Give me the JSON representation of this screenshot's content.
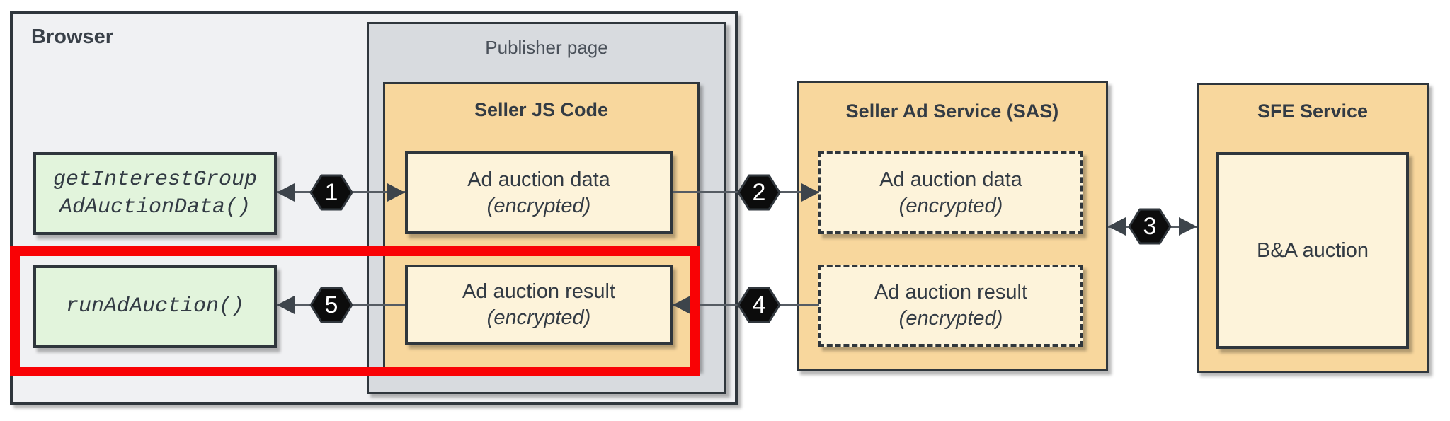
{
  "diagram": {
    "browser": {
      "label": "Browser"
    },
    "publisher_page": {
      "label": "Publisher page"
    },
    "seller_js": {
      "title": "Seller JS Code"
    },
    "sas": {
      "title": "Seller Ad Service (SAS)"
    },
    "sfe": {
      "title": "SFE Service"
    }
  },
  "nodes": {
    "get_interest_group": {
      "line1": "getInterestGroup",
      "line2": "AdAuctionData()"
    },
    "run_ad_auction": {
      "label": "runAdAuction()"
    },
    "sjs_data": {
      "line1": "Ad auction data",
      "line2": "(encrypted)"
    },
    "sjs_result": {
      "line1": "Ad auction result",
      "line2": "(encrypted)"
    },
    "sas_data": {
      "line1": "Ad auction data",
      "line2": "(encrypted)"
    },
    "sas_result": {
      "line1": "Ad auction result",
      "line2": "(encrypted)"
    },
    "ba_auction": {
      "label": "B&A auction"
    }
  },
  "steps": {
    "step1": "1",
    "step2": "2",
    "step3": "3",
    "step4": "4",
    "step5": "5"
  },
  "colors": {
    "browser_bg": "#f0f1f3",
    "publisher_bg": "#d8dbdf",
    "container_orange": "#f8d79d",
    "box_cream": "#fdf3da",
    "box_green": "#e2f4dc",
    "border_dark": "#2f363c",
    "text_dark": "#333b44",
    "arrow_gray": "#565c63",
    "hexagon_black": "#0c0c0c",
    "highlight_red": "#f90205"
  }
}
